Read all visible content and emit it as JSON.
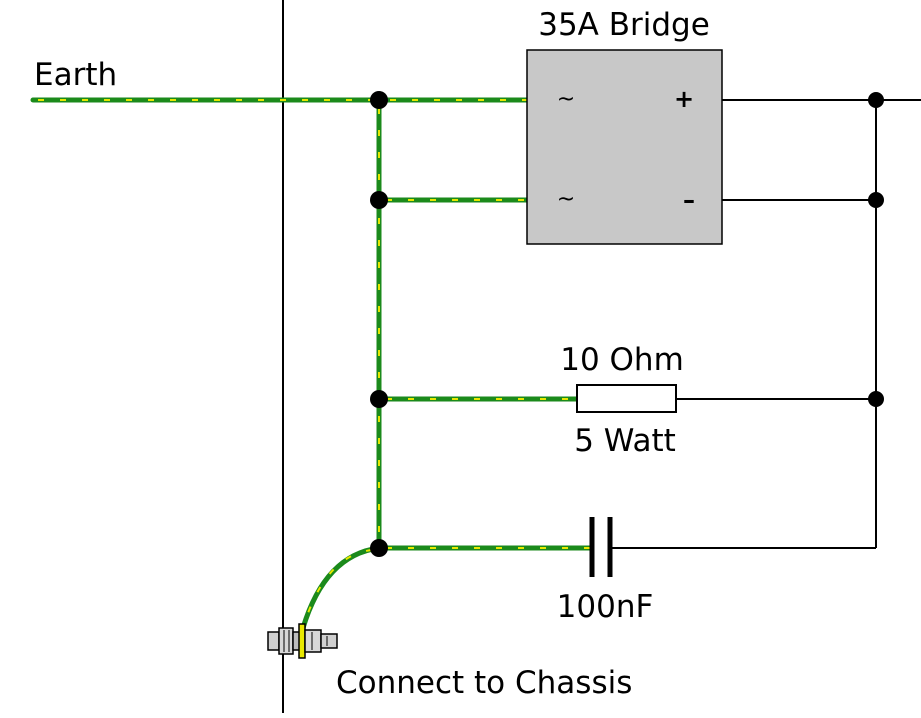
{
  "labels": {
    "earth": "Earth",
    "bridge": "35A Bridge",
    "resistor_value": "10 Ohm",
    "resistor_power": "5 Watt",
    "capacitor": "100nF",
    "chassis": "Connect to Chassis"
  },
  "bridge_pins": {
    "ac_top": "~",
    "ac_bottom": "~",
    "positive": "+",
    "negative": "–"
  },
  "colors": {
    "earth_green": "#1b8a1b",
    "earth_yellow": "#e8e800",
    "wire": "#000000",
    "bridge_fill": "#c8c8c8",
    "background": "#ffffff"
  }
}
